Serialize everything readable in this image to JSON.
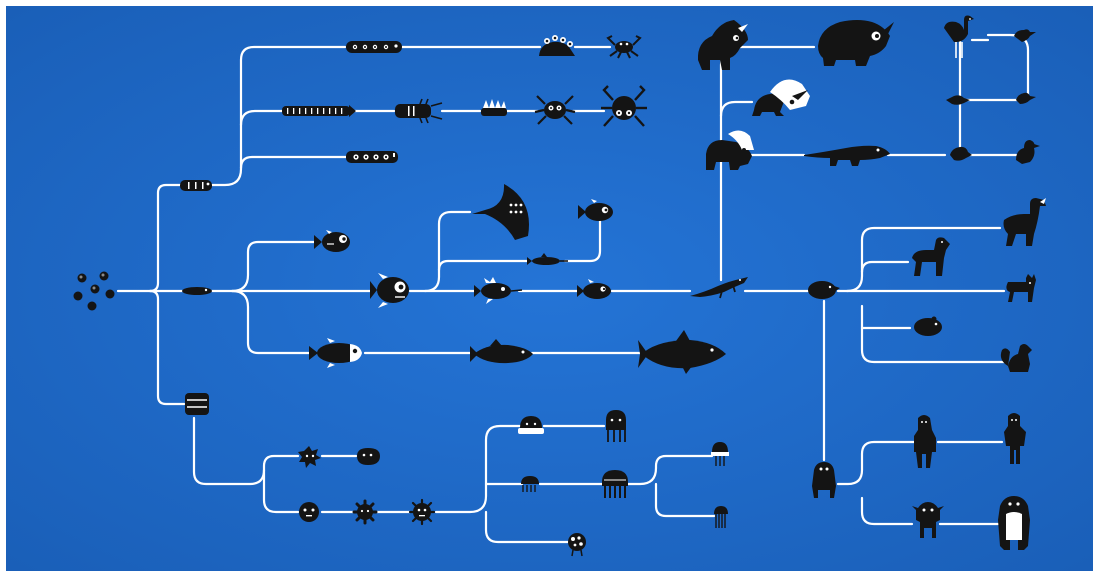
{
  "diagram": {
    "kind": "evolution-tree",
    "colors": {
      "background": "#1f6fd0",
      "background_edge": "#1a5fb8",
      "line": "#ffffff",
      "creature": "#141414",
      "creature_detail": "#ffffff"
    },
    "nodes": [
      {
        "id": "origin-cells",
        "icon": "cell-cluster-icon"
      },
      {
        "id": "segmented-worm",
        "icon": "segmented-worm-icon"
      },
      {
        "id": "eel-larva",
        "icon": "eel-larva-icon"
      },
      {
        "id": "sponge-barrel",
        "icon": "barrel-sponge-icon"
      },
      {
        "id": "caterpillar-small",
        "icon": "caterpillar-icon"
      },
      {
        "id": "snail",
        "icon": "snail-icon"
      },
      {
        "id": "crab",
        "icon": "crab-icon"
      },
      {
        "id": "millipede",
        "icon": "millipede-icon"
      },
      {
        "id": "beetle",
        "icon": "beetle-icon"
      },
      {
        "id": "spiny-bug",
        "icon": "spiny-bug-icon"
      },
      {
        "id": "spider",
        "icon": "spider-icon"
      },
      {
        "id": "big-spider",
        "icon": "big-spider-icon"
      },
      {
        "id": "caterpillar-eyes",
        "icon": "caterpillar-icon"
      },
      {
        "id": "fish-small-top",
        "icon": "fish-icon"
      },
      {
        "id": "fish-center",
        "icon": "fish-icon"
      },
      {
        "id": "manta-ray",
        "icon": "ray-icon"
      },
      {
        "id": "fish-upper-right",
        "icon": "fish-icon"
      },
      {
        "id": "swordfish-small",
        "icon": "needlefish-icon"
      },
      {
        "id": "spiny-fish",
        "icon": "spiny-fish-icon"
      },
      {
        "id": "fish-mid-right",
        "icon": "fish-icon"
      },
      {
        "id": "fish-lower",
        "icon": "fish-icon"
      },
      {
        "id": "bass",
        "icon": "bass-icon"
      },
      {
        "id": "shark",
        "icon": "shark-icon"
      },
      {
        "id": "lizard",
        "icon": "lizard-icon"
      },
      {
        "id": "triceratops-small",
        "icon": "dinosaur-icon"
      },
      {
        "id": "triceratops-big",
        "icon": "triceratops-icon"
      },
      {
        "id": "ceratopsian-white",
        "icon": "ceratopsian-icon"
      },
      {
        "id": "dinosaur-mid",
        "icon": "dinosaur-icon"
      },
      {
        "id": "crocodile",
        "icon": "crocodile-icon"
      },
      {
        "id": "ostrich",
        "icon": "ostrich-icon"
      },
      {
        "id": "bird-top-right",
        "icon": "bird-icon"
      },
      {
        "id": "bird-mid-left",
        "icon": "bird-icon"
      },
      {
        "id": "bird-mid-right",
        "icon": "bird-icon"
      },
      {
        "id": "bird-low-left",
        "icon": "bird-icon"
      },
      {
        "id": "duck",
        "icon": "duck-icon"
      },
      {
        "id": "rodent-root",
        "icon": "rodent-icon"
      },
      {
        "id": "llama",
        "icon": "llama-icon"
      },
      {
        "id": "horse",
        "icon": "horse-icon"
      },
      {
        "id": "cat",
        "icon": "cat-icon"
      },
      {
        "id": "hamster",
        "icon": "hamster-icon"
      },
      {
        "id": "squirrel",
        "icon": "squirrel-icon"
      },
      {
        "id": "ape-root",
        "icon": "ape-icon"
      },
      {
        "id": "caveman",
        "icon": "caveman-icon"
      },
      {
        "id": "human",
        "icon": "human-icon"
      },
      {
        "id": "goblin",
        "icon": "goblin-icon"
      },
      {
        "id": "gorilla",
        "icon": "gorilla-icon"
      },
      {
        "id": "star-polyp",
        "icon": "star-polyp-icon"
      },
      {
        "id": "blob",
        "icon": "blob-icon"
      },
      {
        "id": "ball-face",
        "icon": "ball-icon"
      },
      {
        "id": "gear-cell",
        "icon": "gear-cell-icon"
      },
      {
        "id": "spiky-cell",
        "icon": "spiky-cell-icon"
      },
      {
        "id": "jelly-cap",
        "icon": "jellyfish-icon"
      },
      {
        "id": "squid",
        "icon": "squid-icon"
      },
      {
        "id": "jelly-small",
        "icon": "jellyfish-icon"
      },
      {
        "id": "jelly-big",
        "icon": "jellyfish-icon"
      },
      {
        "id": "jelly-upper-right",
        "icon": "jellyfish-icon"
      },
      {
        "id": "jelly-lower-right",
        "icon": "jellyfish-icon"
      },
      {
        "id": "spore",
        "icon": "spore-icon"
      }
    ]
  }
}
